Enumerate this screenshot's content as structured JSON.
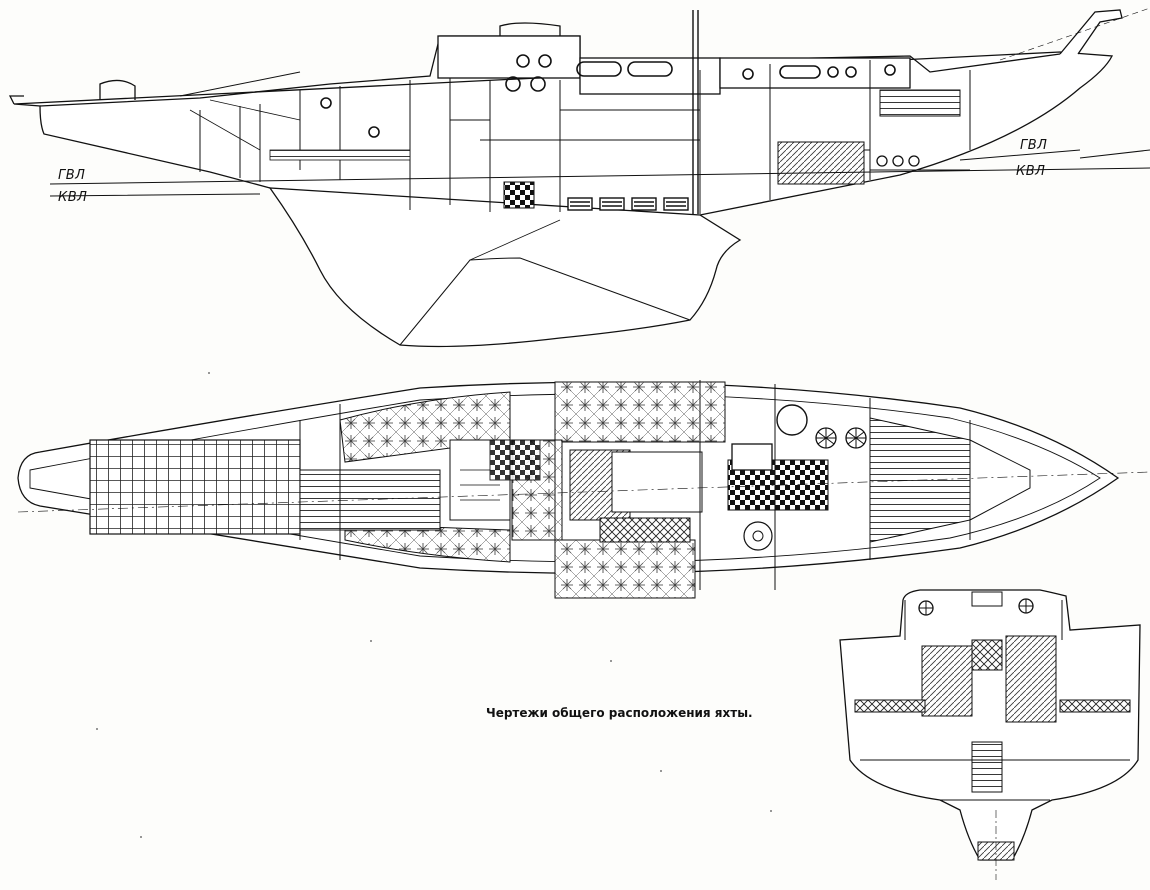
{
  "labels": {
    "gvl_stern": "ГВЛ",
    "kvl_stern": "КВЛ",
    "gvl_bow": "ГВЛ",
    "kvl_bow": "КВЛ"
  },
  "caption": "Чертежи общего расположения яхты."
}
